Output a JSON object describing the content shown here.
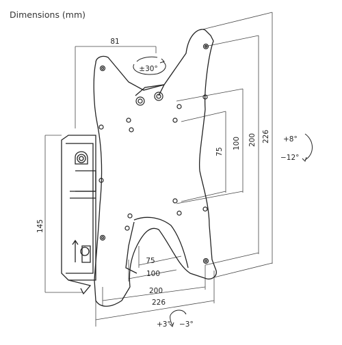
{
  "title": "Dimensions (mm)",
  "dimensions": {
    "offset_top": "81",
    "vesa_75_vertical": "75",
    "vesa_100_vertical": "100",
    "vesa_200_vertical": "200",
    "plate_226_vertical": "226",
    "vesa_75_horizontal": "75",
    "vesa_100_horizontal": "100",
    "vesa_200_horizontal": "200",
    "plate_226_horizontal": "226",
    "wall_plate_height": "145"
  },
  "angles": {
    "rotation": "±30°",
    "tilt_up": "+8°",
    "tilt_down": "−12°",
    "swivel_left": "+3°",
    "swivel_right": "−3°"
  },
  "colors": {
    "line": "#222222",
    "dim_line": "#444444"
  }
}
